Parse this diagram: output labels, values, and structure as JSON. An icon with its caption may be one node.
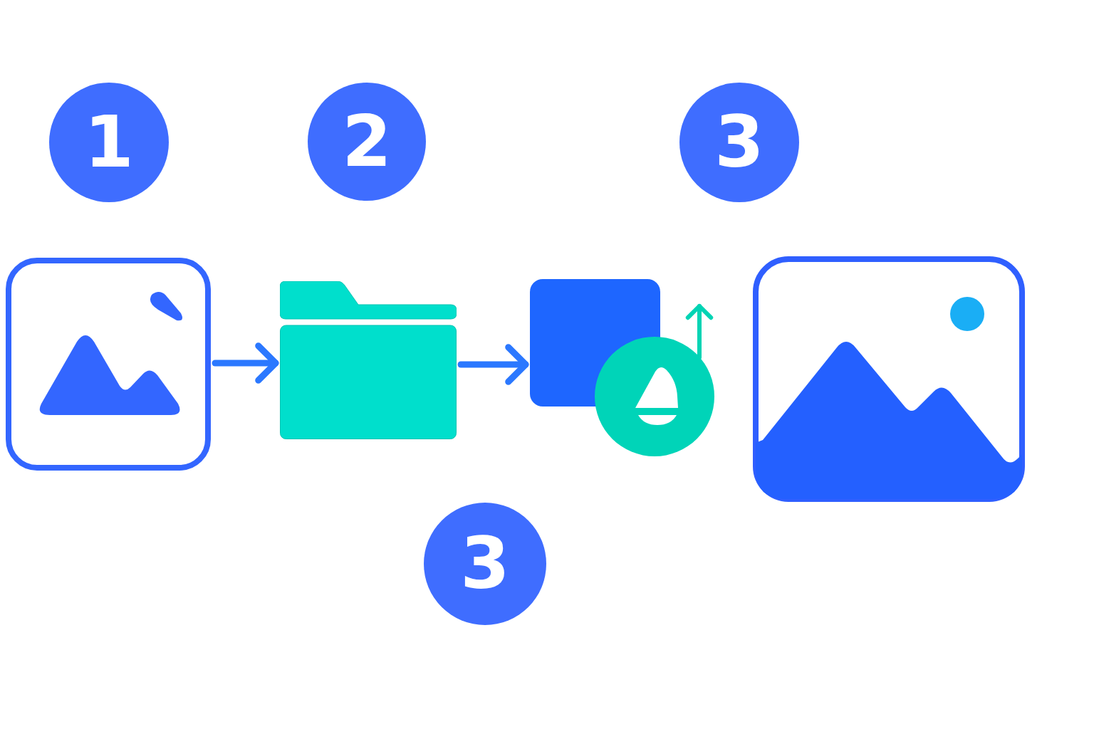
{
  "diagram": {
    "nodes": [
      {
        "text": [
          "1"
        ]
      },
      {
        "text": [
          "2"
        ]
      },
      {
        "text": [
          "3"
        ]
      },
      {
        "text": [
          "3"
        ]
      },
      {
        "text": [],
        "shape": "picture"
      },
      {
        "text": [],
        "shape": "folder"
      },
      {
        "text": [],
        "shape": "box"
      },
      {
        "text": [],
        "shape": "picture"
      },
      {
        "text": [],
        "shape": "picture"
      }
    ],
    "edges": [
      {
        "from": 4,
        "to": 5,
        "arrow": "to"
      },
      {
        "from": 5,
        "to": 6,
        "arrow": "to"
      },
      {
        "from": 7,
        "to": null,
        "arrow": "to",
        "color": "#00d4b4"
      }
    ]
  }
}
